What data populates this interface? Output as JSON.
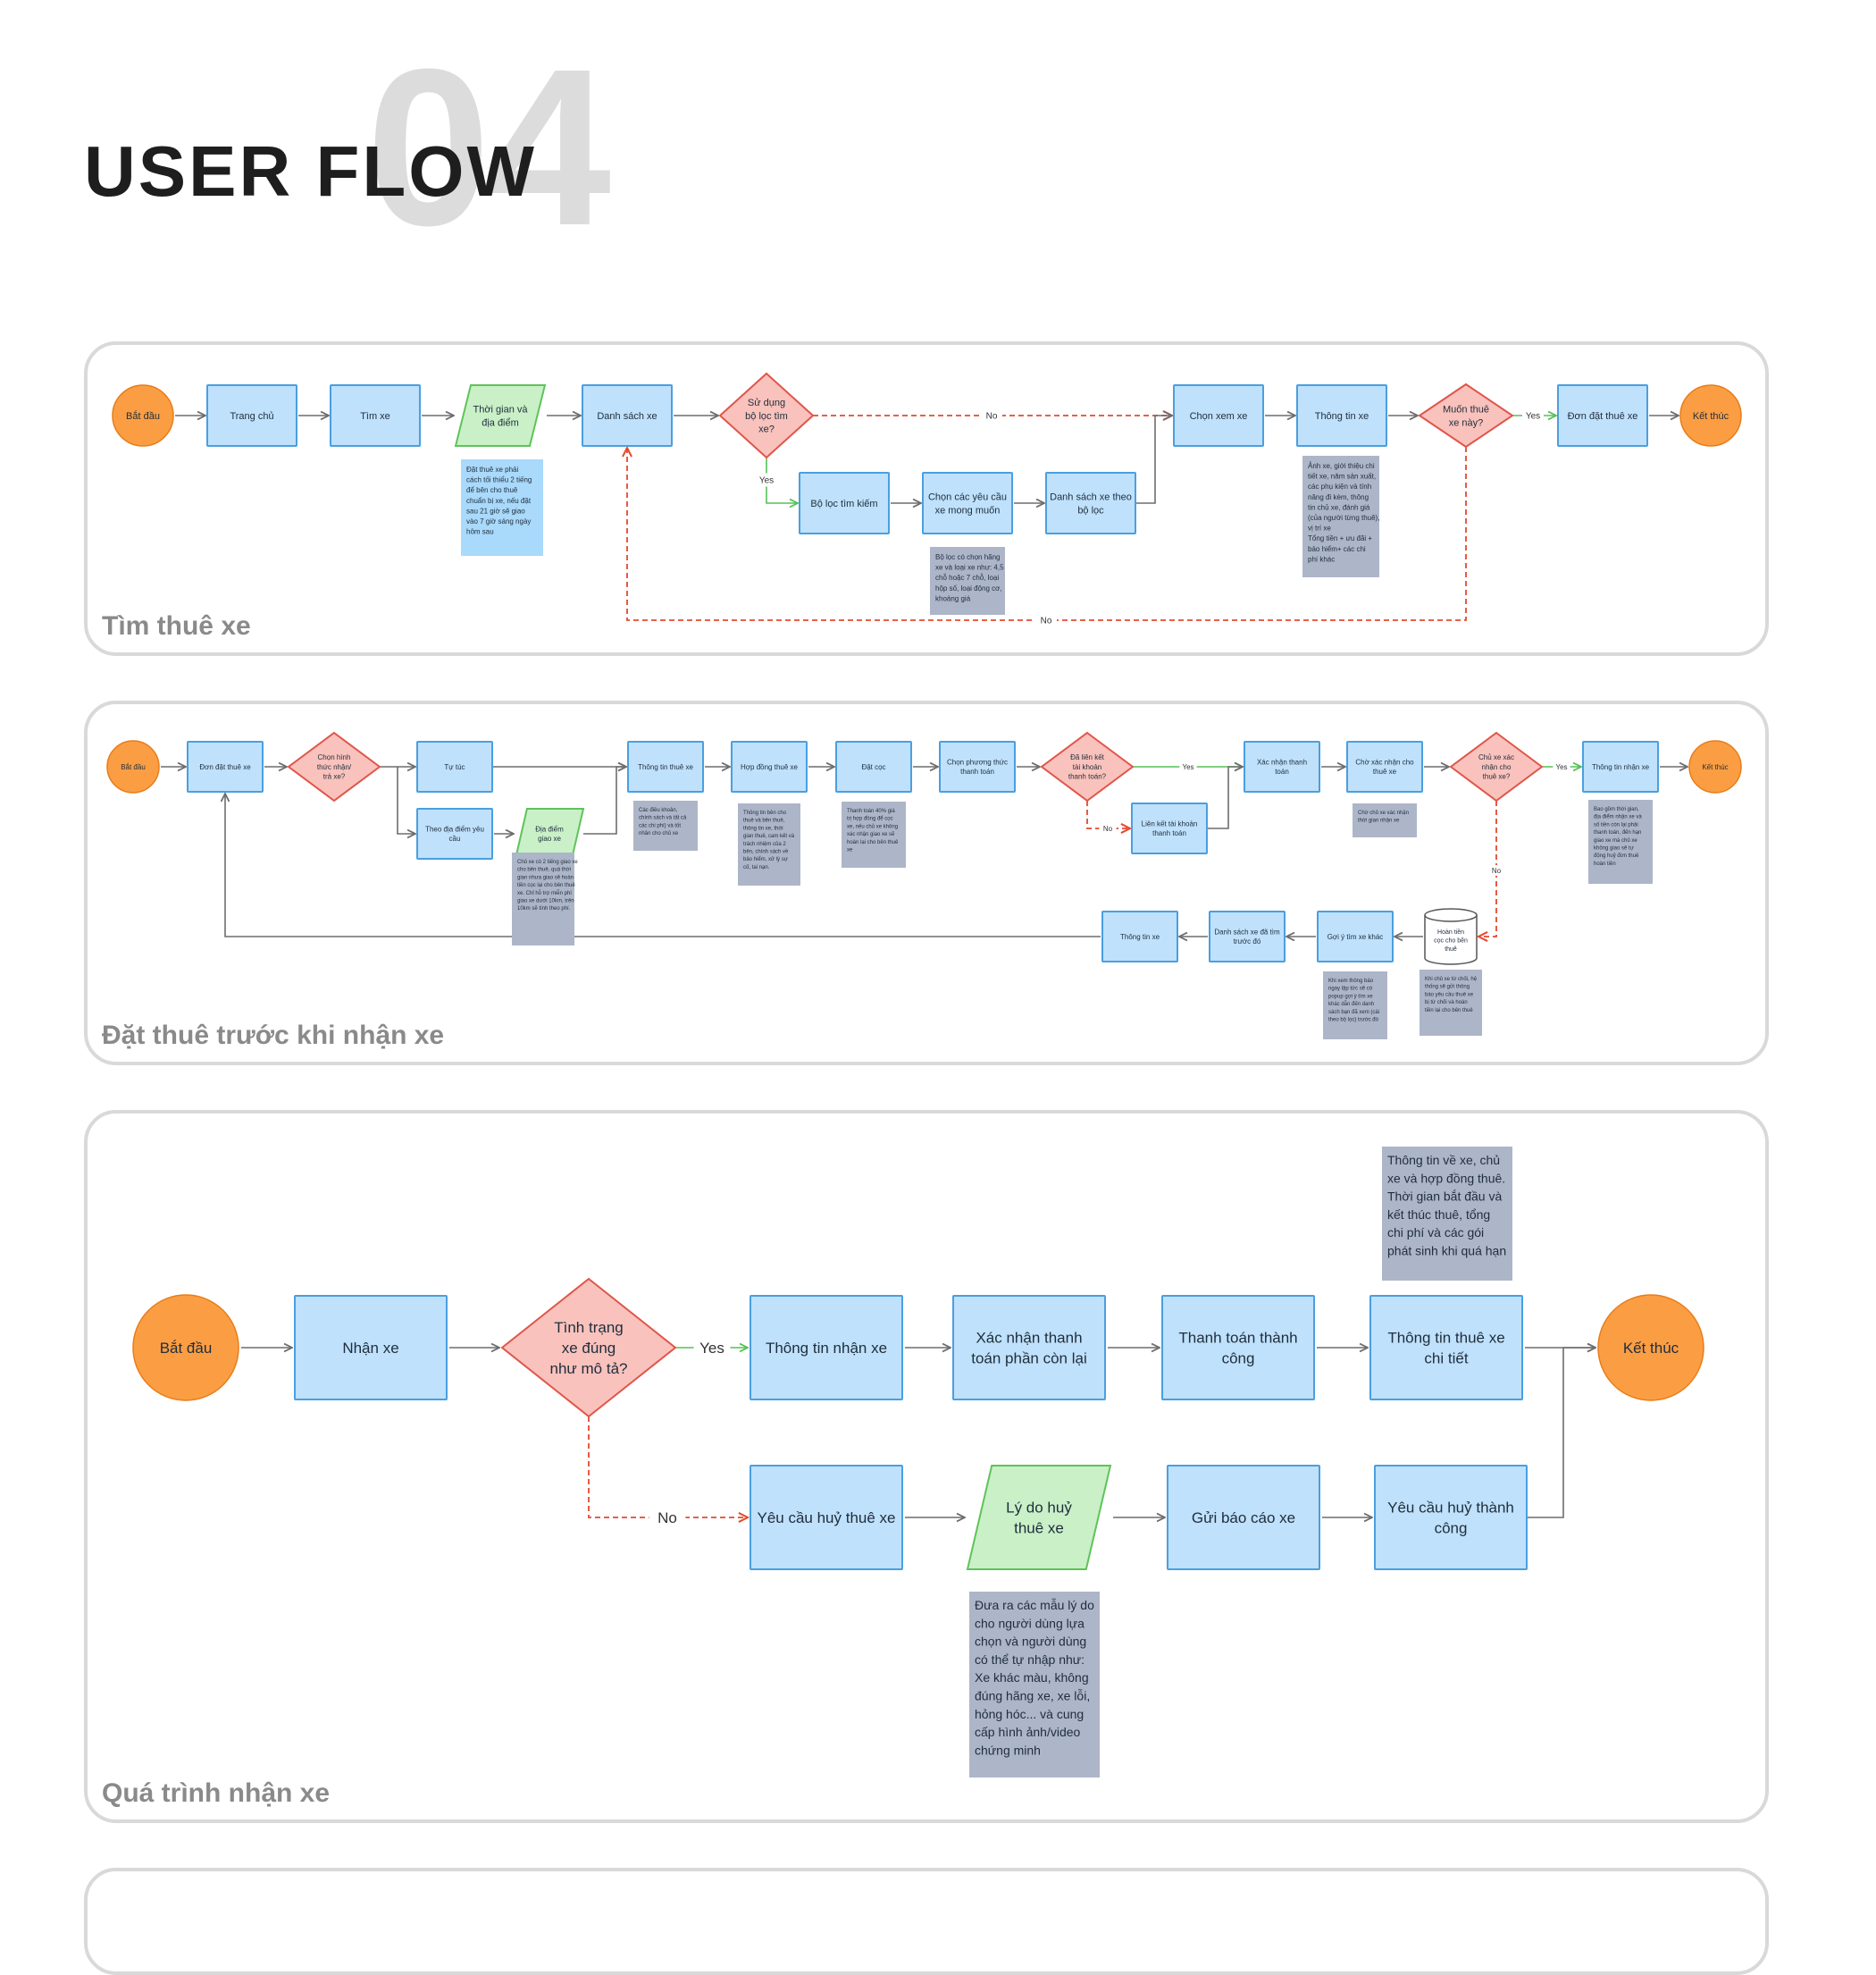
{
  "header": {
    "number": "04",
    "title": "USER FLOW"
  },
  "colors": {
    "process": "#bfe1fb",
    "process_border": "#4a9fe0",
    "terminal": "#fb9e43",
    "terminal_border": "#e87d19",
    "decision": "#f9c2bc",
    "decision_border": "#e0554a",
    "input": "#c9f0c7",
    "input_border": "#5fc35a",
    "note": "#adb6c8",
    "note_blue": "#a9d9fb",
    "yes_line": "#57c057",
    "no_line": "#e4492f",
    "line": "#6d6d6d"
  },
  "flows": [
    {
      "label": "Tìm thuê xe",
      "nodes": [
        {
          "id": "a1",
          "type": "terminal",
          "text": "Bắt đầu"
        },
        {
          "id": "a2",
          "type": "process",
          "text": "Trang chủ"
        },
        {
          "id": "a3",
          "type": "process",
          "text": "Tìm xe"
        },
        {
          "id": "a4",
          "type": "input",
          "text": "Thời gian và\nđịa điểm"
        },
        {
          "id": "a5",
          "type": "process",
          "text": "Danh sách xe"
        },
        {
          "id": "a6",
          "type": "decision",
          "text": "Sử dụng\nbộ lọc tìm\nxe?"
        },
        {
          "id": "a7",
          "type": "process",
          "text": "Bộ lọc tìm kiếm"
        },
        {
          "id": "a8",
          "type": "process",
          "text": "Chọn các yêu cầu\nxe mong muốn"
        },
        {
          "id": "a9",
          "type": "process",
          "text": "Danh sách xe theo\nbộ lọc"
        },
        {
          "id": "a10",
          "type": "process",
          "text": "Chọn xem xe"
        },
        {
          "id": "a11",
          "type": "process",
          "text": "Thông tin xe"
        },
        {
          "id": "a12",
          "type": "decision",
          "text": "Muốn thuê\nxe này?"
        },
        {
          "id": "a13",
          "type": "process",
          "text": "Đơn đặt thuê xe"
        },
        {
          "id": "a14",
          "type": "terminal",
          "text": "Kết thúc"
        },
        {
          "id": "n1",
          "type": "note_blue",
          "text": "Đặt thuê xe phải\ncách tối thiểu 2 tiếng\nđể bên cho thuê\nchuẩn bị xe, nếu đặt\nsau 21 giờ sẽ giao\nvào 7 giờ sáng ngày\nhôm sau"
        },
        {
          "id": "n2",
          "type": "note",
          "text": "Bộ lọc có chọn hãng\nxe và loại xe như: 4,5\nchỗ hoặc 7 chỗ, loại\nhộp số, loại động cơ,\nkhoảng giá"
        },
        {
          "id": "n3",
          "type": "note",
          "text": "Ảnh xe, giới thiệu chi\ntiết xe, năm sản xuất,\ncác phụ kiện và tính\nnăng đi kèm, thông\ntin chủ xe, đánh giá\n(của người từng thuê),\nvị trí xe\nTổng tiền + ưu đãi +\nbảo hiểm+ các chi\nphí khác"
        }
      ],
      "edge_labels": {
        "no": "No",
        "yes": "Yes"
      }
    },
    {
      "label": "Đặt thuê trước khi nhận xe",
      "nodes": [
        {
          "id": "b1",
          "type": "terminal",
          "text": "Bắt đầu"
        },
        {
          "id": "b2",
          "type": "process",
          "text": "Đơn đặt thuê xe"
        },
        {
          "id": "b3",
          "type": "decision",
          "text": "Chọn hình\nthức nhận/\ntrả xe?"
        },
        {
          "id": "b4",
          "type": "process",
          "text": "Tự túc"
        },
        {
          "id": "b5",
          "type": "process",
          "text": "Theo địa điểm yêu\ncầu"
        },
        {
          "id": "b6",
          "type": "input",
          "text": "Địa điểm\ngiao xe"
        },
        {
          "id": "b7",
          "type": "process",
          "text": "Thông tin thuê xe"
        },
        {
          "id": "b8",
          "type": "process",
          "text": "Hợp đồng thuê xe"
        },
        {
          "id": "b9",
          "type": "process",
          "text": "Đặt cọc"
        },
        {
          "id": "b10",
          "type": "process",
          "text": "Chọn phương thức\nthanh toán"
        },
        {
          "id": "b11",
          "type": "decision",
          "text": "Đã liên kết\ntài khoản\nthanh toán?"
        },
        {
          "id": "b12",
          "type": "process",
          "text": "Liên kết tài khoản\nthanh toán"
        },
        {
          "id": "b13",
          "type": "process",
          "text": "Xác nhận thanh\ntoán"
        },
        {
          "id": "b14",
          "type": "process",
          "text": "Chờ xác nhận cho\nthuê xe"
        },
        {
          "id": "b15",
          "type": "decision",
          "text": "Chủ xe xác\nnhận cho\nthuê xe?"
        },
        {
          "id": "b16",
          "type": "process",
          "text": "Thông tin nhận xe"
        },
        {
          "id": "b17",
          "type": "terminal",
          "text": "Kết thúc"
        },
        {
          "id": "b18",
          "type": "database",
          "text": "Hoàn tiền\ncọc cho bên\nthuê"
        },
        {
          "id": "b19",
          "type": "process",
          "text": "Gợi ý tìm xe khác"
        },
        {
          "id": "b20",
          "type": "process",
          "text": "Danh sách xe đã tìm\ntrước đó"
        },
        {
          "id": "b21",
          "type": "process",
          "text": "Thông tin xe"
        },
        {
          "id": "m1",
          "type": "note",
          "text": "Chủ xe có 2 tiếng giao xe\ncho bên thuê, quá thời\ngian nhưa giao sẽ hoàn\ntiền cọc lại cho bên thuê\nxe. Chỉ hỗ trợ miễn phí\ngiao xe dưới 10km, trên\n10km sẽ tính theo phí."
        },
        {
          "id": "m2",
          "type": "note",
          "text": "Các điều khoản,\nchính sách và tất cả\ncác chi phí) và tốt\nnhân cho chủ xe"
        },
        {
          "id": "m3",
          "type": "note",
          "text": "Thông tin bên cho\nthuê và bên thuê,\nthông tin xe, thời\ngian thuê, cam kết và\ntrách nhiệm của 2\nbên, chính sách về\nbảo hiểm, xử lý sự\ncố, tai nạn."
        },
        {
          "id": "m4",
          "type": "note",
          "text": "Thanh toán 40% giá\ntrị hợp đồng để cọc\nxe, nếu chủ xe không\nxác nhận giao xe sẽ\nhoàn lại cho bên thuê\nxe"
        },
        {
          "id": "m5",
          "type": "note",
          "text": "Chờ chủ xe xác nhận\nthời gian nhận xe"
        },
        {
          "id": "m6",
          "type": "note",
          "text": "Bao gồm thời gian,\nđịa điểm nhận xe và\nsố tiền còn lại phải\nthanh toán, đến hạn\ngiao xe mà chủ xe\nkhông giao sẽ tự\nđộng huỷ đơn thuê\nhoàn tiền"
        },
        {
          "id": "m7",
          "type": "note",
          "text": "Khi xem thông báo\nngay lập tức sẽ có\npopup gợi ý tìm xe\nkhác dẫn đến danh\nsách bạn đã xem (cái\ntheo bộ lọc) trước đó"
        },
        {
          "id": "m8",
          "type": "note",
          "text": "Khi chủ xe từ chối, hệ\nthống sẽ gửi thông\nbáo yêu cầu thuê xe\nbị từ chối và hoàn\ntiền lại cho bên thuê"
        }
      ],
      "edge_labels": {
        "no": "No",
        "yes": "Yes"
      }
    },
    {
      "label": "Quá trình nhận xe",
      "nodes": [
        {
          "id": "c1",
          "type": "terminal",
          "text": "Bắt đầu"
        },
        {
          "id": "c2",
          "type": "process",
          "text": "Nhận xe"
        },
        {
          "id": "c3",
          "type": "decision",
          "text": "Tình trạng\nxe đúng\nnhư mô tả?"
        },
        {
          "id": "c4",
          "type": "process",
          "text": "Thông tin nhận xe"
        },
        {
          "id": "c5",
          "type": "process",
          "text": "Xác nhận thanh\ntoán phần còn lại"
        },
        {
          "id": "c6",
          "type": "process",
          "text": "Thanh toán thành\ncông"
        },
        {
          "id": "c7",
          "type": "process",
          "text": "Thông tin thuê xe\nchi tiết"
        },
        {
          "id": "c8",
          "type": "terminal",
          "text": "Kết thúc"
        },
        {
          "id": "c9",
          "type": "process",
          "text": "Yêu cầu huỷ thuê xe"
        },
        {
          "id": "c10",
          "type": "input",
          "text": "Lý do huỷ\nthuê xe"
        },
        {
          "id": "c11",
          "type": "process",
          "text": "Gửi báo cáo xe"
        },
        {
          "id": "c12",
          "type": "process",
          "text": "Yêu cầu huỷ thành\ncông"
        },
        {
          "id": "p1",
          "type": "note",
          "text": "Thông tin về xe, chủ\nxe và hợp đồng thuê.\nThời gian bắt đầu và\nkết thúc thuê, tổng\nchi phí và các gói\nphát sinh khi quá hạn"
        },
        {
          "id": "p2",
          "type": "note",
          "text": "Đưa ra các mẫu lý do\ncho người dùng lựa\nchọn và người dùng\ncó thể tự nhập như:\nXe khác màu, không\nđúng hãng xe, xe lỗi,\nhỏng hóc... và cung\ncấp hình ảnh/video\nchứng minh"
        }
      ],
      "edge_labels": {
        "no": "No",
        "yes": "Yes"
      }
    }
  ]
}
